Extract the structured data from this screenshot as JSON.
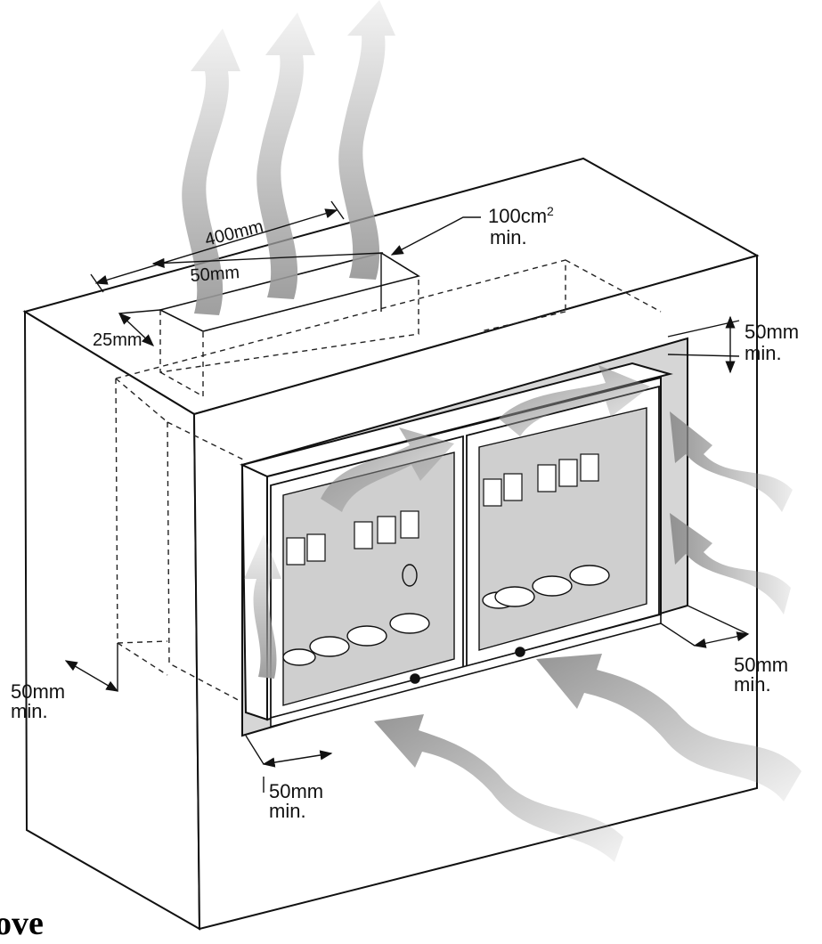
{
  "labels": {
    "width_top": "400mm",
    "depth_top": "50mm",
    "offset_top": "25mm",
    "vent_area": "100cm",
    "vent_area_sup": "2",
    "vent_area_min": "min.",
    "top_clear_value": "50mm",
    "top_clear_min": "min.",
    "right_clear_value": "50mm",
    "right_clear_min": "min.",
    "left_clear_value": "50mm",
    "left_clear_min": "min.",
    "bottom_clear_value": "50mm",
    "bottom_clear_min": "min."
  },
  "caption": "ove",
  "colors": {
    "line": "#111111",
    "airflow": "#8c8c8c",
    "recess_fill": "#d6d6d6",
    "firebox_fill": "#cfcfcf",
    "stove_fill": "#ffffff"
  }
}
